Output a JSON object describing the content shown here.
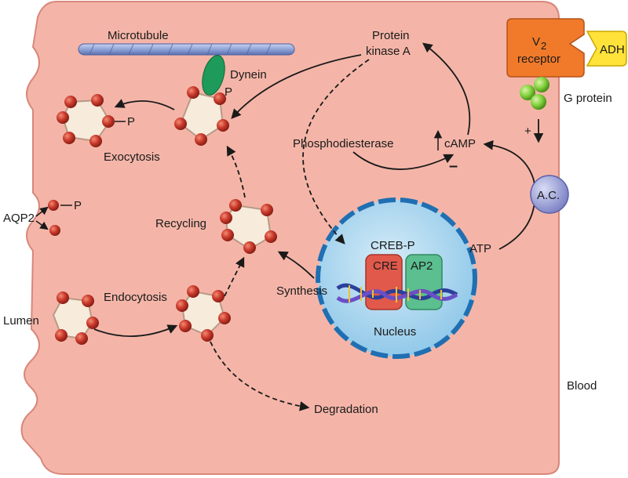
{
  "labels": {
    "microtubule": "Microtubule",
    "dynein": "Dynein",
    "protein_kinase_a_line1": "Protein",
    "protein_kinase_a_line2": "kinase A",
    "v2_receptor_v": "V",
    "v2_receptor_sub": "2",
    "v2_receptor_word": "receptor",
    "adh": "ADH",
    "g_protein": "G protein",
    "plus": "+",
    "minus": "–",
    "phosphodiesterase": "Phosphodiesterase",
    "camp": "cAMP",
    "exocytosis": "Exocytosis",
    "p_exo": "P",
    "p_dynein": "P",
    "p_aqp2": "P",
    "aqp2": "AQP2",
    "recycling": "Recycling",
    "ac": "A.C.",
    "creb_p": "CREB-P",
    "cre": "CRE",
    "ap2": "AP2",
    "atp": "ATP",
    "synthesis": "Synthesis",
    "endocytosis": "Endocytosis",
    "lumen": "Lumen",
    "nucleus": "Nucleus",
    "blood": "Blood",
    "degradation": "Degradation"
  },
  "colors": {
    "cell_fill": "#f4b5a8",
    "cell_stroke": "#d8877a",
    "vesicle_fill": "#f7ebdc",
    "vesicle_stroke": "#b89a86",
    "aqp2_sphere": "#c9392b",
    "nucleus_fill": "#a9d6ef",
    "nucleus_border": "#1f6fb2",
    "cre_box": "#e0594b",
    "ap2_box": "#5bbf8f",
    "receptor": "#f07a2a",
    "adh": "#ffe23a",
    "g_protein": "#7fcf3a",
    "dynein": "#1e9a5a",
    "microtubule": "#8fa3d6",
    "ac_fill": "#9aa0d8"
  }
}
